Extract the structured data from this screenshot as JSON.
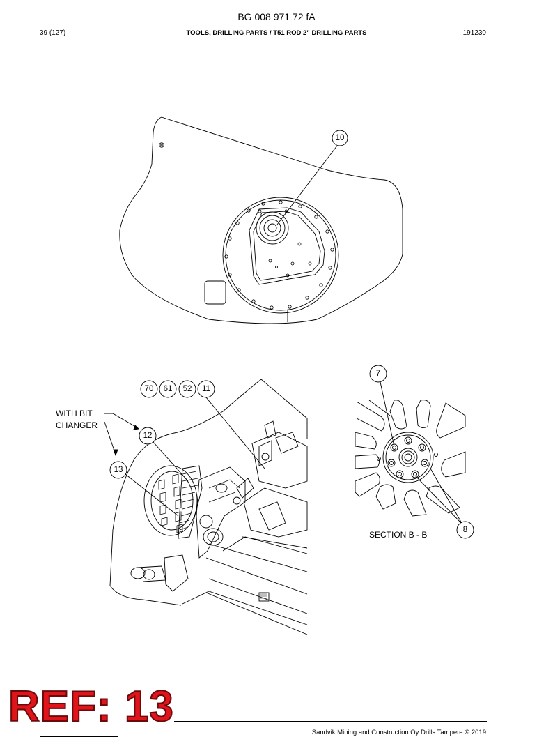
{
  "header": {
    "doc_number": "BG 008 971 72 fA",
    "page": "39 (127)",
    "section": "TOOLS, DRILLING PARTS / T51 ROD 2\" DRILLING PARTS",
    "date_code": "191230"
  },
  "callouts": {
    "c10": "10",
    "c70": "70",
    "c61": "61",
    "c52": "52",
    "c11": "11",
    "c12": "12",
    "c13": "13",
    "c7": "7",
    "c8": "8"
  },
  "labels": {
    "with_bit_line1": "WITH BIT",
    "with_bit_line2": "CHANGER",
    "section": "SECTION  B - B"
  },
  "ref_badge": "REF: 13",
  "footer": {
    "copyright": "Sandvik Mining and Construction Oy Drills Tampere © 2019"
  }
}
